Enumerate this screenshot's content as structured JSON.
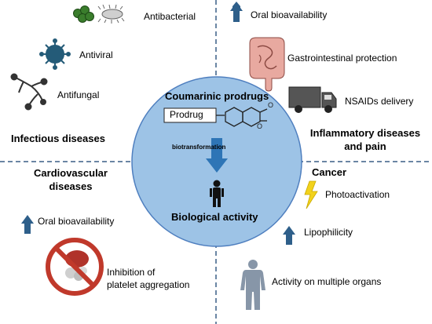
{
  "center": {
    "title": "Coumarinic prodrugs",
    "prodrug": "Prodrug",
    "biotransformation": "biotransformation",
    "outcome": "Biological activity",
    "circle_fill": "#9dc3e6",
    "circle_stroke": "#4f7fbf"
  },
  "infectious": {
    "title": "Infectious diseases",
    "items": [
      "Antibacterial",
      "Antiviral",
      "Antifungal"
    ]
  },
  "inflammatory": {
    "title_line1": "Inflammatory diseases",
    "title_line2": "and pain",
    "items": [
      "Oral bioavailability",
      "Gastrointestinal protection",
      "NSAIDs delivery"
    ]
  },
  "cardiovascular": {
    "title_line1": "Cardiovascular",
    "title_line2": "diseases",
    "items": [
      "Oral bioavailability",
      "Inhibition of",
      "platelet aggregation"
    ]
  },
  "cancer": {
    "title": "Cancer",
    "items": [
      "Photoactivation",
      "Lipophilicity",
      "Activity on multiple organs"
    ]
  },
  "colors": {
    "arrow_up": "#2e5f8a",
    "divider": "#3a5f85",
    "bacteria": "#3a7d2c",
    "virus": "#245b78",
    "truck": "#555555",
    "bolt": "#f2d21c",
    "no_sign": "#c0392b",
    "intestine": "#e8a9a0"
  },
  "icons": [
    "bacteria-icon",
    "virus-icon",
    "fungus-icon",
    "up-arrow-icon",
    "intestine-icon",
    "truck-icon",
    "lightning-icon",
    "no-platelet-icon",
    "human-silhouette-icon",
    "coumarin-structure-icon"
  ]
}
